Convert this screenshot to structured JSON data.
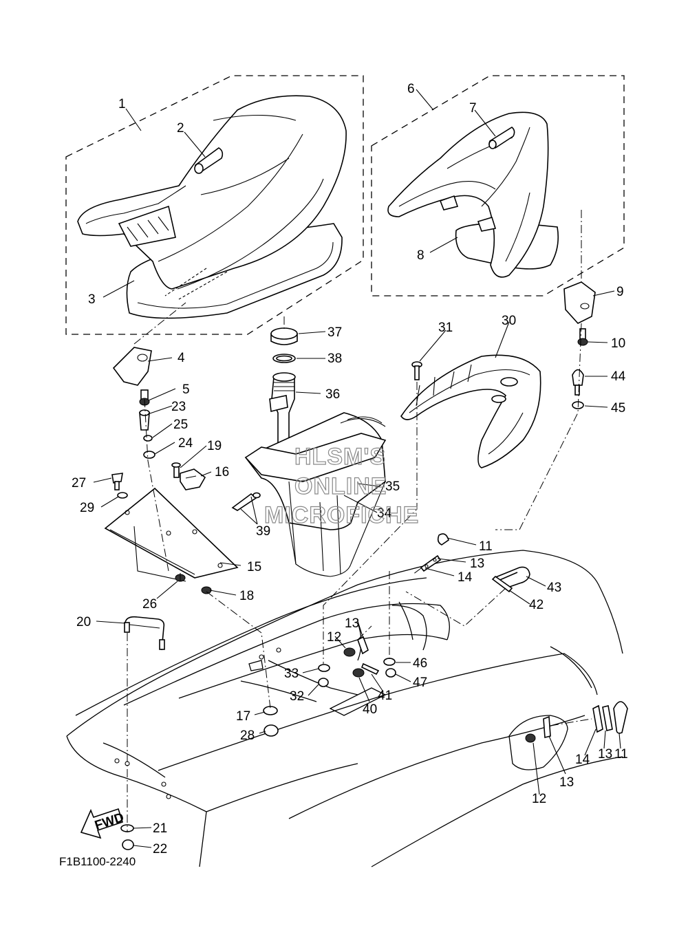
{
  "diagram": {
    "figure_code": "F1B1100-2240",
    "direction_arrow": "FWD",
    "watermark_lines": [
      "HLSM'S",
      "ONLINE",
      "MICROFICHE"
    ],
    "callouts": {
      "c1": "1",
      "c2": "2",
      "c3": "3",
      "c4": "4",
      "c5": "5",
      "c6": "6",
      "c7": "7",
      "c8": "8",
      "c9": "9",
      "c10": "10",
      "c11a": "11",
      "c11b": "11",
      "c12a": "12",
      "c12b": "12",
      "c13a": "13",
      "c13b": "13",
      "c13c": "13",
      "c13d": "13",
      "c14a": "14",
      "c14b": "14",
      "c15": "15",
      "c16": "16",
      "c17": "17",
      "c18": "18",
      "c19": "19",
      "c20": "20",
      "c21": "21",
      "c22": "22",
      "c23": "23",
      "c24": "24",
      "c25": "25",
      "c26": "26",
      "c27": "27",
      "c28": "28",
      "c29": "29",
      "c30": "30",
      "c31": "31",
      "c32": "32",
      "c33": "33",
      "c34": "34",
      "c35": "35",
      "c36": "36",
      "c37": "37",
      "c38": "38",
      "c39": "39",
      "c40": "40",
      "c41": "41",
      "c42": "42",
      "c43": "43",
      "c44": "44",
      "c45": "45",
      "c46": "46",
      "c47": "47"
    }
  }
}
